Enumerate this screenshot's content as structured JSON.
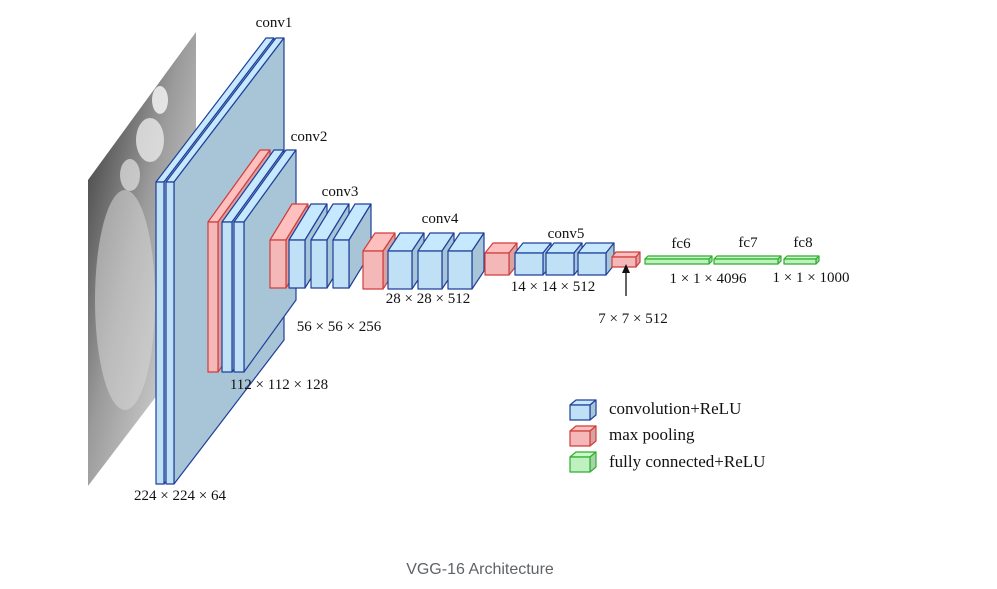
{
  "diagram": {
    "caption": "VGG-16 Architecture",
    "colors": {
      "conv": "#bfe0f5",
      "conv_edge": "#1f3f9a",
      "pool": "#f4b8b8",
      "pool_edge": "#d23c3c",
      "fc": "#bff0bf",
      "fc_edge": "#2fae2f"
    },
    "stages": [
      {
        "name": "conv1",
        "dims": "224 × 224 × 64"
      },
      {
        "name": "conv2",
        "dims": "112 × 112 × 128"
      },
      {
        "name": "conv3",
        "dims": "56 × 56 × 256"
      },
      {
        "name": "conv4",
        "dims": "28 × 28 × 512"
      },
      {
        "name": "conv5",
        "dims": "14 × 14 × 512"
      },
      {
        "name": "",
        "dims": "7 × 7 × 512"
      },
      {
        "name": "fc6",
        "dims": "1 × 1 × 4096"
      },
      {
        "name": "fc7",
        "dims": ""
      },
      {
        "name": "fc8",
        "dims": "1 × 1 × 1000"
      }
    ],
    "legend": [
      {
        "kind": "conv",
        "label": "convolution+ReLU"
      },
      {
        "kind": "pool",
        "label": "max pooling"
      },
      {
        "kind": "fc",
        "label": "fully connected+ReLU"
      }
    ]
  }
}
